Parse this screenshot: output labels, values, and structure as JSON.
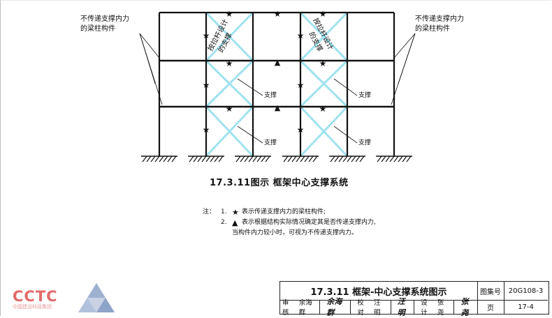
{
  "diagram": {
    "callout_left": [
      "不传递支撑内力",
      "的梁柱构件"
    ],
    "callout_right": [
      "不传递支撑内力",
      "的梁柱构件"
    ],
    "bay_left_note": [
      "按拉杆设计",
      "的支撑"
    ],
    "bay_right_note": [
      "按拉杆设计",
      "的支撑"
    ],
    "brace_label": "支撑",
    "brace_color": "#9fe2ef",
    "frame_color": "#111111"
  },
  "caption": "17.3.11图示 框架中心支撑系统",
  "notes": {
    "label": "注：",
    "items": [
      {
        "num": "1.",
        "symbol": "★",
        "text": "表示传递支撑内力的梁柱构件;"
      },
      {
        "num": "2.",
        "symbol": "▲",
        "text": "表示根据结构实际情况确定其是否传递支撑内力,"
      }
    ],
    "continuation": "当构件内力较小时，可视为不传递支撑内力。"
  },
  "title_block": {
    "title": "17.3.11 框架-中心支撑系统图示",
    "atlas_label": "图集号",
    "atlas_no": "20G108-3",
    "page_label": "页",
    "page_no": "17-4",
    "review_label": "审核",
    "reviewer": "余海群",
    "review_sig": "余海群",
    "check_label": "校对",
    "checker": "汪 明",
    "check_sig": "汪明",
    "design_label": "设计",
    "designer": "张 尧",
    "design_sig": "张尧"
  },
  "logo": {
    "text": "CCTC",
    "sub": "中国建设科技集团"
  }
}
